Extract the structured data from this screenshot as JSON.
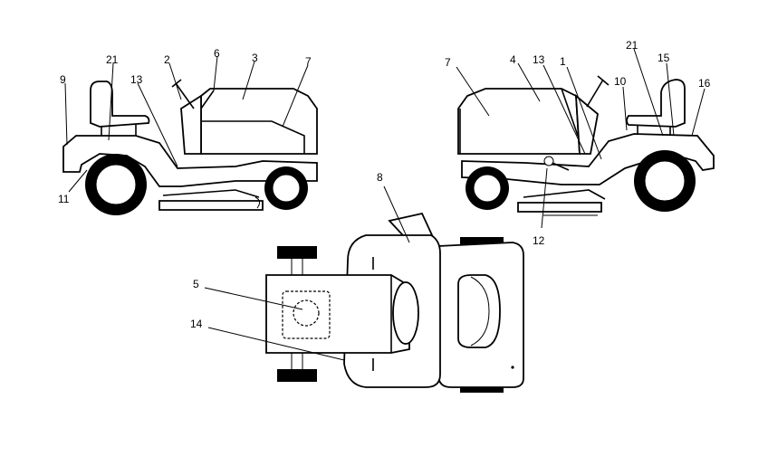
{
  "callouts": {
    "left_view": [
      "9",
      "21",
      "2",
      "6",
      "3",
      "7",
      "13",
      "11"
    ],
    "right_view": [
      "7",
      "4",
      "13",
      "1",
      "21",
      "15",
      "16",
      "10",
      "12"
    ],
    "top_view": [
      "8",
      "5",
      "14"
    ]
  }
}
